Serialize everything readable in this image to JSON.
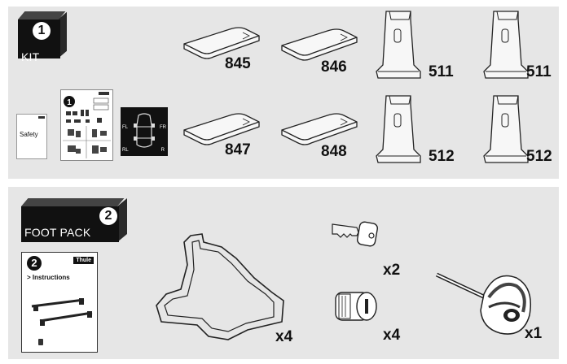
{
  "kit": {
    "number": "1",
    "label": "KIT",
    "documents": {
      "safety_label": "Safety",
      "fit_diagram_labels": {
        "fl": "FL",
        "fr": "FR",
        "rl": "RL",
        "r": "R"
      }
    },
    "pads": [
      "845",
      "846",
      "847",
      "848"
    ],
    "brackets": [
      "511",
      "511",
      "512",
      "512"
    ]
  },
  "foot_pack": {
    "number": "2",
    "label": "FOOT PACK",
    "instructions": {
      "number": "2",
      "title": "> Instructions",
      "brand": "Thule"
    },
    "quantities": {
      "foot": "x4",
      "key": "x2",
      "lock": "x4",
      "tool": "x1"
    }
  }
}
